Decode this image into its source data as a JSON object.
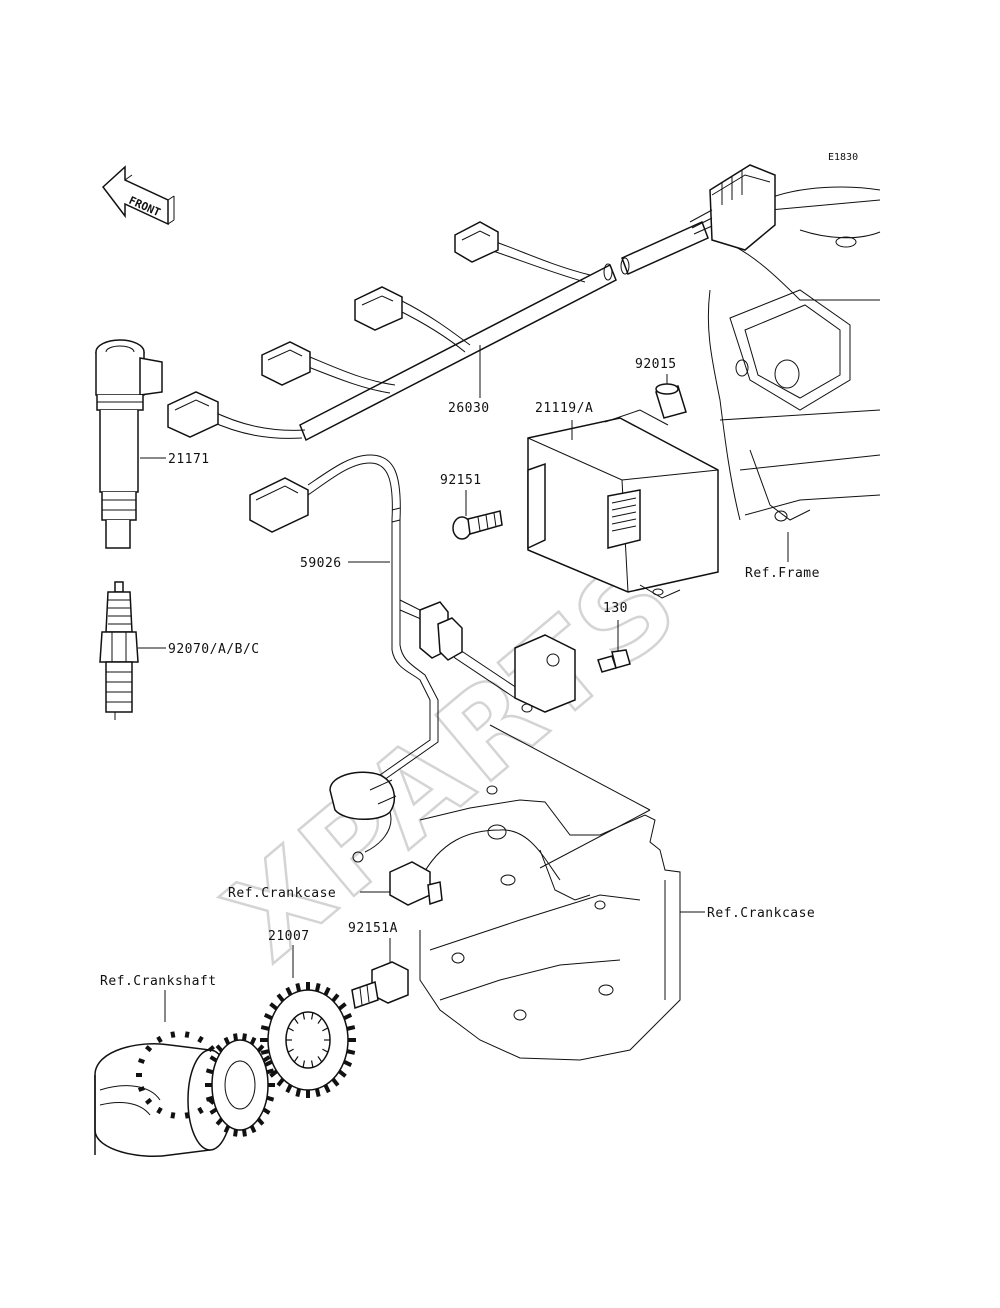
{
  "diagram": {
    "code": "E1830",
    "front_label": "FRONT",
    "watermark": "XPARTS",
    "labels": {
      "p26030": "26030",
      "p21171": "21171",
      "p92015": "92015",
      "p21119a": "21119/A",
      "p92151": "92151",
      "p59026": "59026",
      "p92070": "92070/A/B/C",
      "p130": "130",
      "ref_frame": "Ref.Frame",
      "ref_crankcase_left": "Ref.Crankcase",
      "ref_crankcase_right": "Ref.Crankcase",
      "p21007": "21007",
      "p92151a": "92151A",
      "ref_crankshaft": "Ref.Crankshaft"
    }
  }
}
